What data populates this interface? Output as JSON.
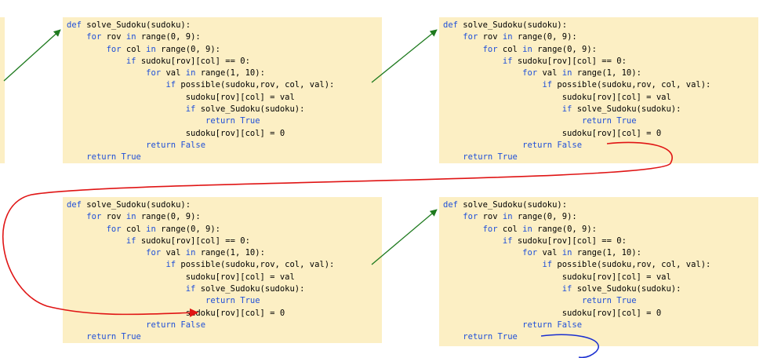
{
  "colors": {
    "code_bg": "#fcefc4",
    "keyword": "#1f4fd8",
    "text": "#000000",
    "arrow_green": "#1e7a1e",
    "arrow_red": "#e01515",
    "arrow_blue": "#1a2fd0"
  },
  "code": {
    "l1_kw": "def ",
    "l1_tx": "solve_Sudoku(sudoku):",
    "l2_kw": "for ",
    "l2_tx1": "rov ",
    "l2_kw2": "in ",
    "l2_tx2": "range(0, 9):",
    "l3_kw": "for ",
    "l3_tx1": "col ",
    "l3_kw2": "in ",
    "l3_tx2": "range(0, 9):",
    "l4_kw": "if ",
    "l4_tx": "sudoku[rov][col] == 0:",
    "l5_kw": "for ",
    "l5_tx1": "val ",
    "l5_kw2": "in ",
    "l5_tx2": "range(1, 10):",
    "l6_kw": "if ",
    "l6_tx": "possible(sudoku,rov, col, val):",
    "l7_tx": "sudoku[rov][col] = val",
    "l8_kw": "if ",
    "l8_tx": "solve_Sudoku(sudoku):",
    "l9_kw": "return True",
    "l10_tx": "sudoku[rov][col] = 0",
    "l11_kw": "return False",
    "l12_kw": "return True"
  }
}
